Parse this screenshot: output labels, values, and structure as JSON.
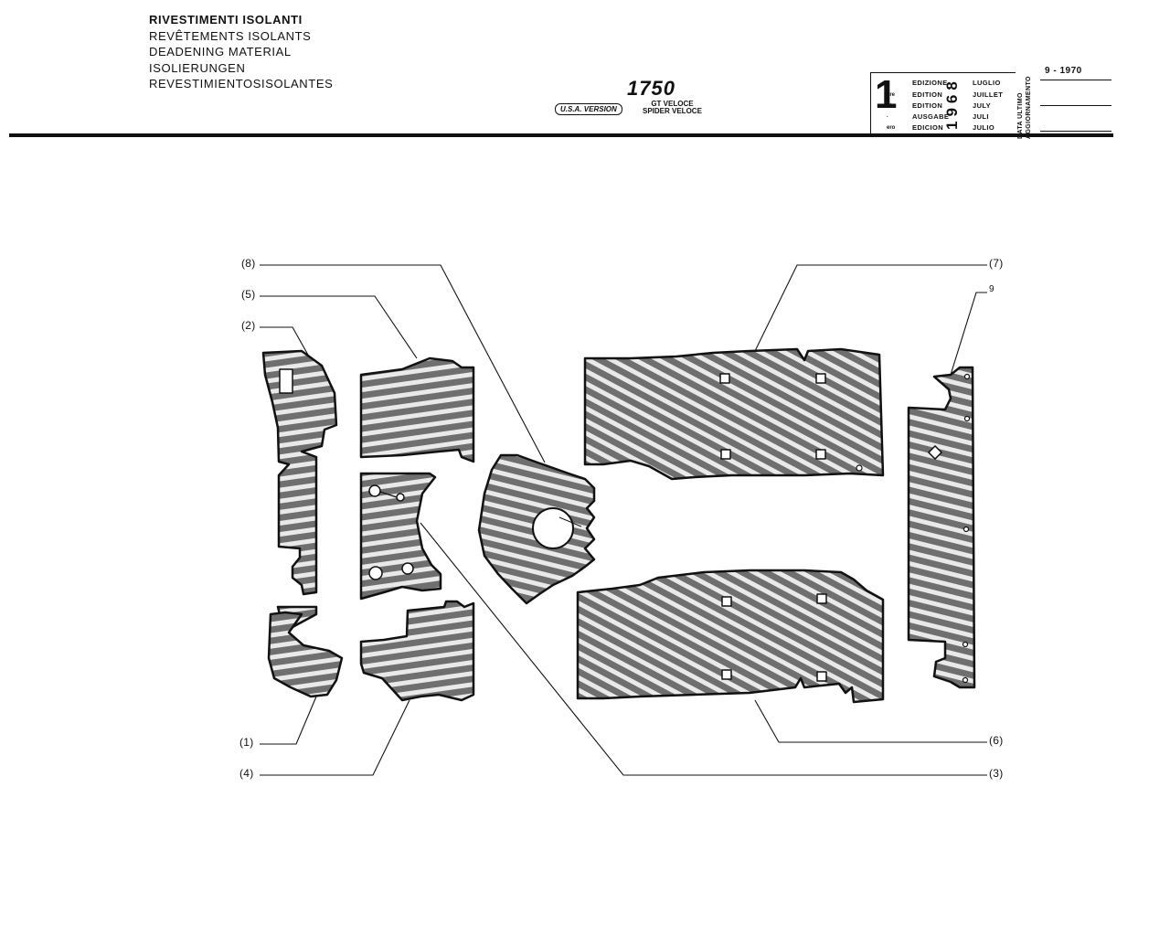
{
  "header": {
    "titles": [
      "RIVESTIMENTI ISOLANTI",
      "REVÊTEMENTS ISOLANTS",
      "DEADENING MATERIAL",
      "ISOLIERUNGEN",
      "REVESTIMIENTOSISOLANTES"
    ],
    "model": "1750",
    "variant_1": "GT VELOCE",
    "variant_2": "SPIDER VELOCE",
    "version_badge": "U.S.A. VERSION"
  },
  "edition": {
    "number": "1",
    "ordinals": [
      "a",
      "ere",
      "st",
      ".",
      "ero"
    ],
    "languages": [
      "EDIZIONE",
      "EDITION",
      "EDITION",
      "AUSGABE",
      "EDICION"
    ],
    "year": "1968",
    "months": [
      "LUGLIO",
      "JUILLET",
      "JULY",
      "JULI",
      "JULIO"
    ],
    "update_label_1": "DATA ULTIMO",
    "update_label_2": "AGGIORNAMENTO",
    "update_date": "9 - 1970"
  },
  "callouts": {
    "c8": "(8)",
    "c5": "(5)",
    "c2": "(2)",
    "c1": "(1)",
    "c4": "(4)",
    "c7": "(7)",
    "c9": "9",
    "c6": "(6)",
    "c3": "(3)"
  }
}
